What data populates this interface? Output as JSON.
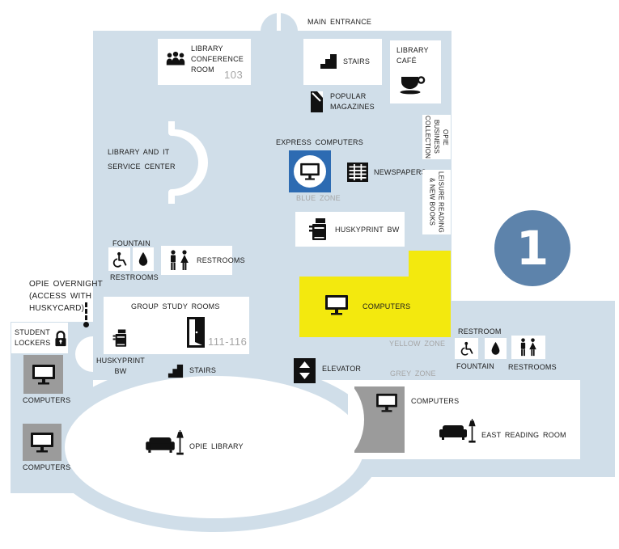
{
  "colors": {
    "building": "#d0dee9",
    "blue_zone_square": "#2d6bb2",
    "yellow_zone": "#f3e90e",
    "grey_zone": "#9b9b9b",
    "floor_badge": "#5d83ab",
    "zone_label_text": "#a5a5a5"
  },
  "floor_badge": {
    "number": "1"
  },
  "areas": {
    "entrance": {
      "label": "MAIN ENTRANCE"
    },
    "conference_room": {
      "line1": "LIBRARY",
      "line2": "CONFERENCE",
      "line3": "ROOM",
      "room_number": "103"
    },
    "stairs_upper": {
      "label": "STAIRS"
    },
    "cafe": {
      "line1": "LIBRARY",
      "line2": "CAFÉ"
    },
    "popular_magazines": {
      "line1": "POPULAR",
      "line2": "MAGAZINES"
    },
    "it_service_center": {
      "line1": "LIBRARY AND IT",
      "line2": "SERVICE CENTER"
    },
    "express_computers": {
      "label": "EXPRESS COMPUTERS",
      "zone": "BLUE ZONE"
    },
    "newspapers": {
      "label": "NEWSPAPERS"
    },
    "opie_business": {
      "line1": "OPIE BUSINESS",
      "line2": "COLLECTION"
    },
    "leisure_reading": {
      "line1": "LEISURE READING",
      "line2": "& NEW BOOKS"
    },
    "huskyprint_upper": {
      "label": "HUSKYPRINT BW"
    },
    "fountain_west": {
      "fountain": "FOUNTAIN",
      "restrooms": "RESTROOMS"
    },
    "restrooms_west": {
      "label": "RESTROOMS"
    },
    "opie_overnight": {
      "line1": "OPIE OVERNIGHT",
      "line2": "(ACCESS WITH",
      "line3": "HUSKYCARD)"
    },
    "student_lockers": {
      "line1": "STUDENT",
      "line2": "LOCKERS"
    },
    "group_study": {
      "label": "GROUP STUDY ROOMS",
      "room_numbers": "111-116"
    },
    "huskyprint_lower": {
      "line1": "HUSKYPRINT",
      "line2": "BW"
    },
    "stairs_lower": {
      "label": "STAIRS"
    },
    "elevator": {
      "label": "ELEVATOR",
      "zone": "GREY ZONE"
    },
    "computers_yellow": {
      "label": "COMPUTERS",
      "zone": "YELLOW ZONE"
    },
    "restrooms_east": {
      "restroom": "RESTROOM",
      "fountain": "FOUNTAIN",
      "restrooms": "RESTROOMS"
    },
    "computers_grey": {
      "label": "COMPUTERS"
    },
    "east_reading_room": {
      "label": "EAST READING ROOM"
    },
    "computers_west_1": {
      "label": "COMPUTERS"
    },
    "computers_west_2": {
      "label": "COMPUTERS"
    },
    "opie_library": {
      "label": "OPIE LIBRARY"
    }
  }
}
